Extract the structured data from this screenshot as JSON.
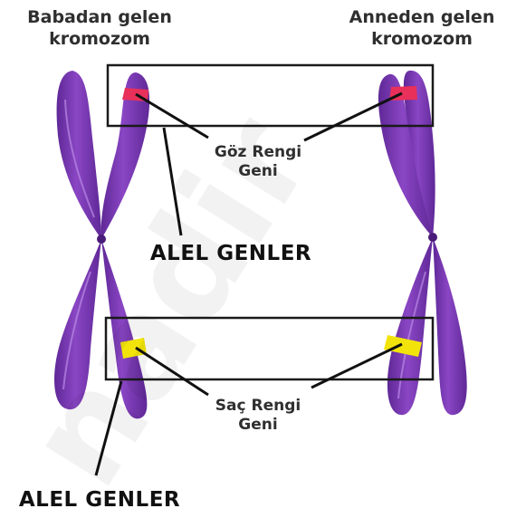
{
  "labels": {
    "father_chromosome": [
      "Babadan gelen",
      "kromozom"
    ],
    "mother_chromosome": [
      "Anneden gelen",
      "kromozom"
    ],
    "eye_color_gene": [
      "Göz Rengi",
      "Geni"
    ],
    "hair_color_gene": [
      "Saç Rengi",
      "Geni"
    ],
    "allele_genes_upper": "ALEL GENLER",
    "allele_genes_lower": "ALEL GENLER"
  },
  "watermark": "nadir",
  "colors": {
    "chromosome": "#7b3bb5",
    "chromosome_dark": "#5a2590",
    "eye_gene_band": "#e8305a",
    "hair_gene_band": "#f2e40a",
    "box_stroke": "#1a1a1a",
    "pointer_line": "#111111"
  }
}
